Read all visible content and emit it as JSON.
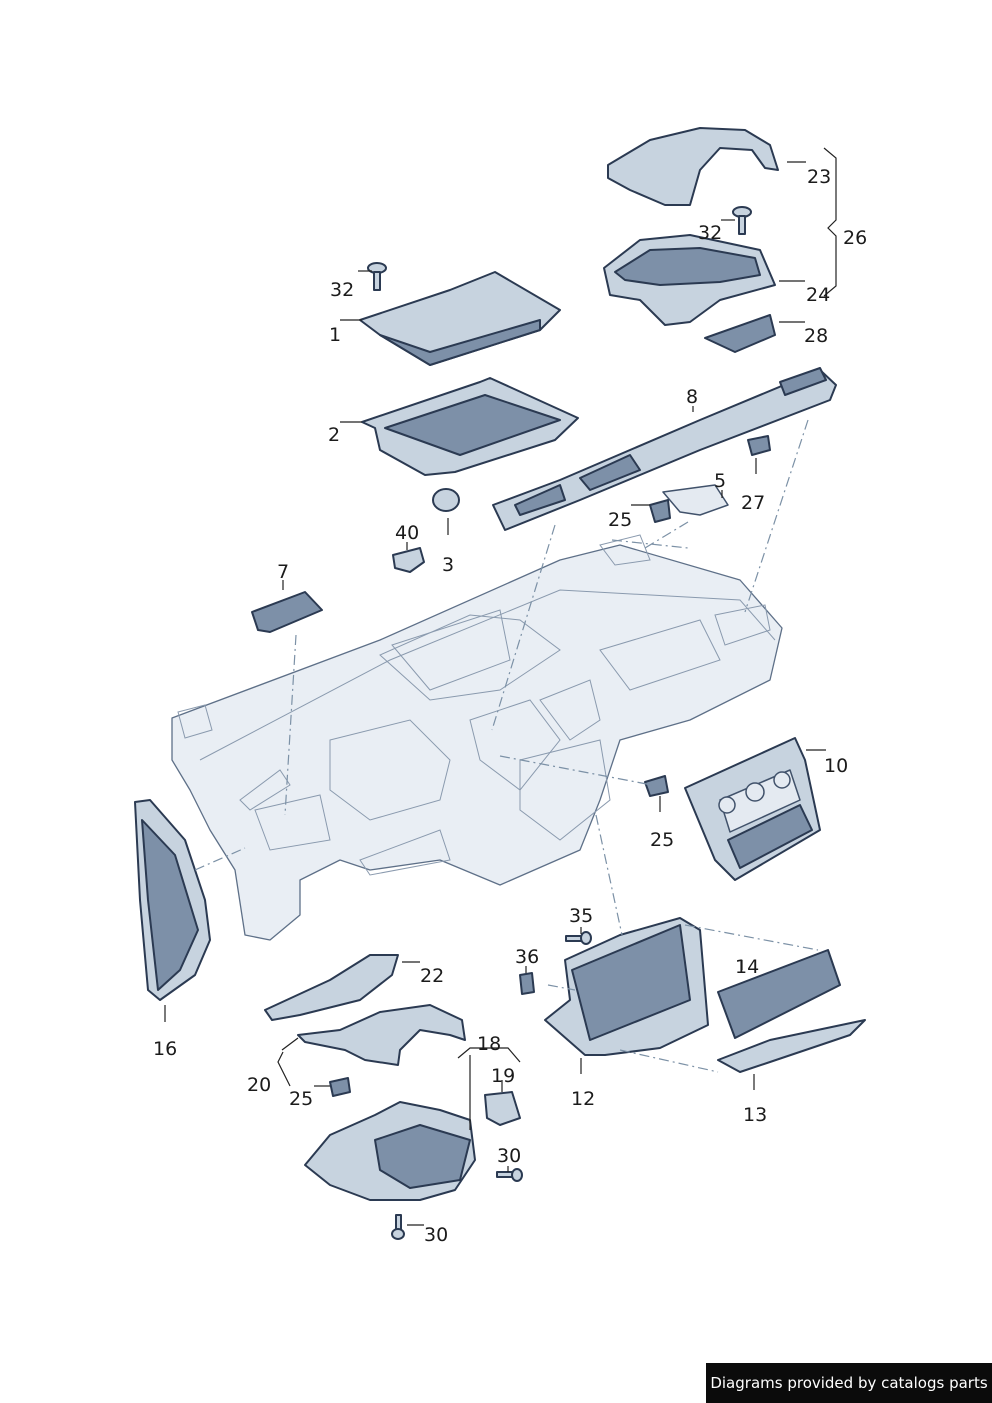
{
  "diagram": {
    "callouts": [
      {
        "id": "c1",
        "label": "1"
      },
      {
        "id": "c2",
        "label": "2"
      },
      {
        "id": "c3",
        "label": "3"
      },
      {
        "id": "c5",
        "label": "5"
      },
      {
        "id": "c7",
        "label": "7"
      },
      {
        "id": "c8",
        "label": "8"
      },
      {
        "id": "c10",
        "label": "10"
      },
      {
        "id": "c12",
        "label": "12"
      },
      {
        "id": "c13",
        "label": "13"
      },
      {
        "id": "c14",
        "label": "14"
      },
      {
        "id": "c16",
        "label": "16"
      },
      {
        "id": "c18",
        "label": "18"
      },
      {
        "id": "c19",
        "label": "19"
      },
      {
        "id": "c20",
        "label": "20"
      },
      {
        "id": "c22",
        "label": "22"
      },
      {
        "id": "c23",
        "label": "23"
      },
      {
        "id": "c24",
        "label": "24"
      },
      {
        "id": "c25a",
        "label": "25"
      },
      {
        "id": "c25b",
        "label": "25"
      },
      {
        "id": "c25c",
        "label": "25"
      },
      {
        "id": "c26",
        "label": "26"
      },
      {
        "id": "c27",
        "label": "27"
      },
      {
        "id": "c28",
        "label": "28"
      },
      {
        "id": "c30a",
        "label": "30"
      },
      {
        "id": "c30b",
        "label": "30"
      },
      {
        "id": "c32a",
        "label": "32"
      },
      {
        "id": "c32b",
        "label": "32"
      },
      {
        "id": "c35",
        "label": "35"
      },
      {
        "id": "c36",
        "label": "36"
      },
      {
        "id": "c40",
        "label": "40"
      }
    ]
  },
  "footer": {
    "credit": "Diagrams provided by catalogs parts"
  }
}
